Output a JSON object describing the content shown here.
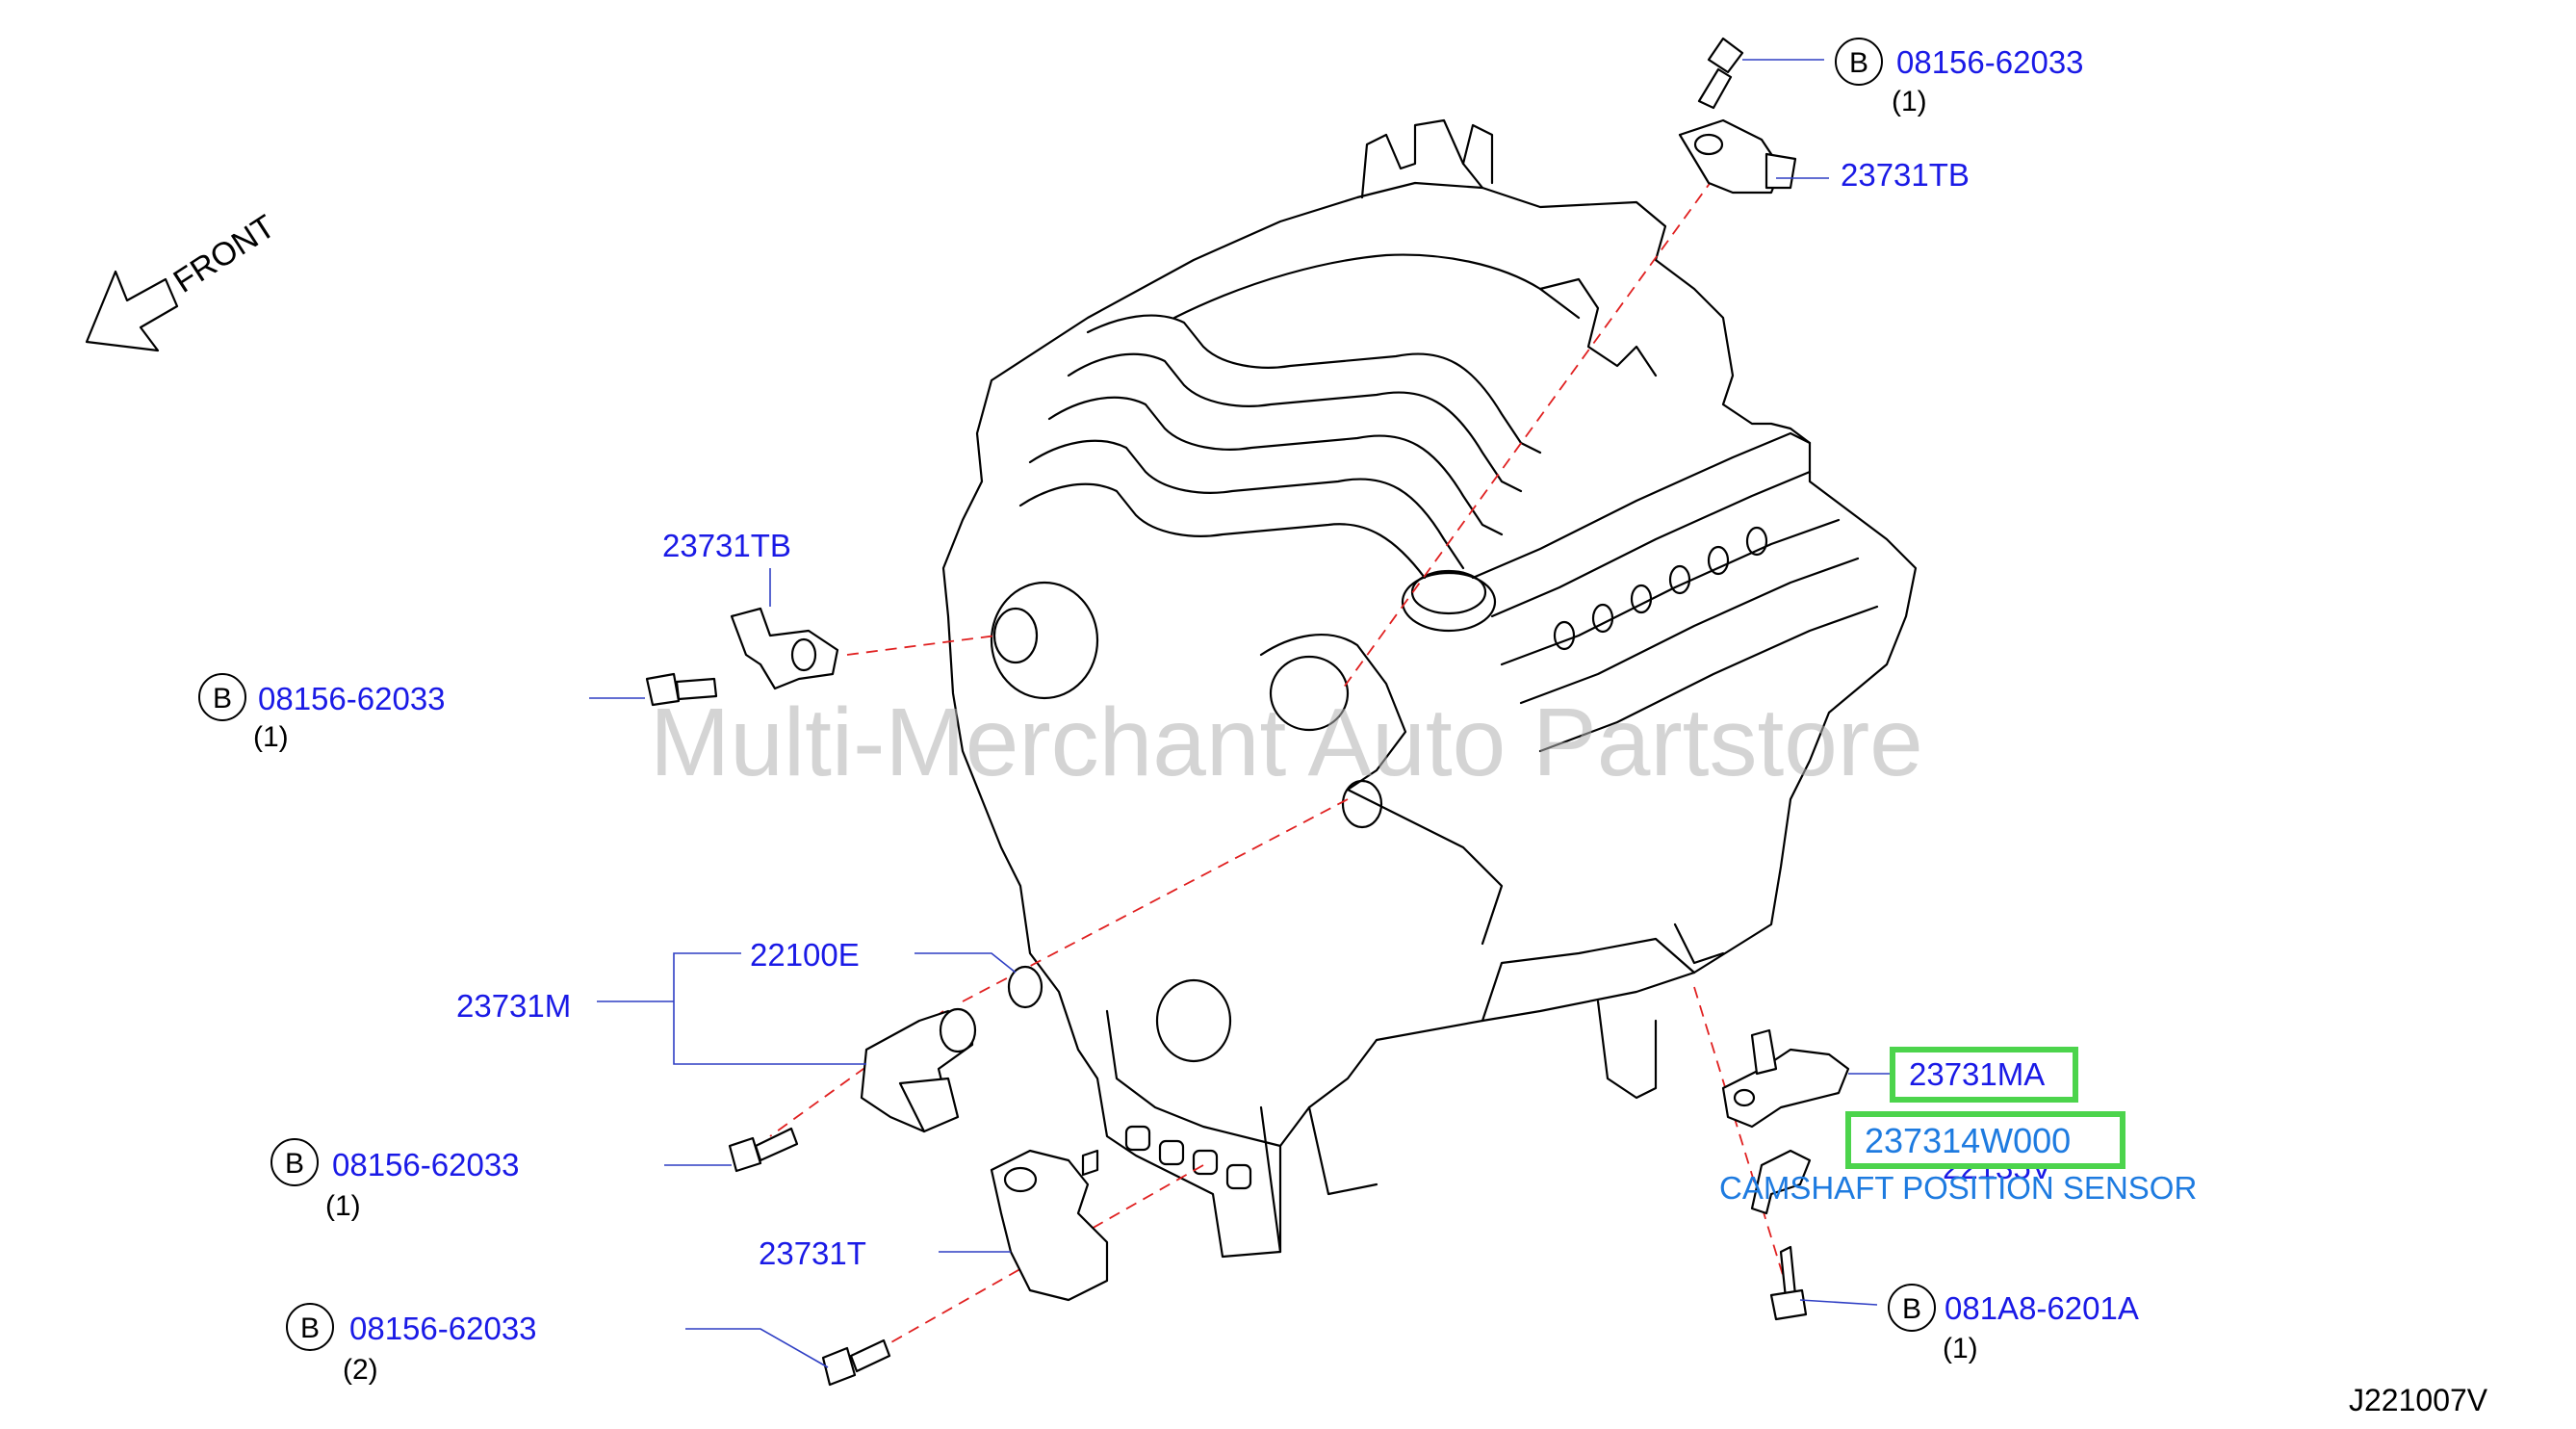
{
  "diagram": {
    "direction_label": "FRONT",
    "watermark": "Multi-Merchant Auto Partstore",
    "figure_code": "J221007V",
    "bolt_badge": "B",
    "callouts": {
      "bolt_top": {
        "part": "08156-62033",
        "qty": "(1)"
      },
      "sensor_top": {
        "part": "23731TB"
      },
      "sensor_left": {
        "part": "23731TB"
      },
      "bolt_left": {
        "part": "08156-62033",
        "qty": "(1)"
      },
      "oring": {
        "part": "22100E"
      },
      "sensor_group": {
        "part": "23731M"
      },
      "bolt_mid": {
        "part": "08156-62033",
        "qty": "(1)"
      },
      "sensor_t": {
        "part": "23731T"
      },
      "bolt_bottom": {
        "part": "08156-62033",
        "qty": "(2)"
      },
      "sensor_ma": {
        "part": "23731MA"
      },
      "sensor_highlight": {
        "part": "237314W000",
        "description": "CAMSHAFT POSITION SENSOR"
      },
      "bracket": {
        "part": "22135V"
      },
      "bolt_right": {
        "part": "081A8-6201A",
        "qty": "(1)"
      }
    },
    "colors": {
      "part_text": "#1a1ae6",
      "highlight_border": "#4cd44c",
      "highlight_text": "#1e7be0",
      "dash_line": "#e02020"
    }
  }
}
